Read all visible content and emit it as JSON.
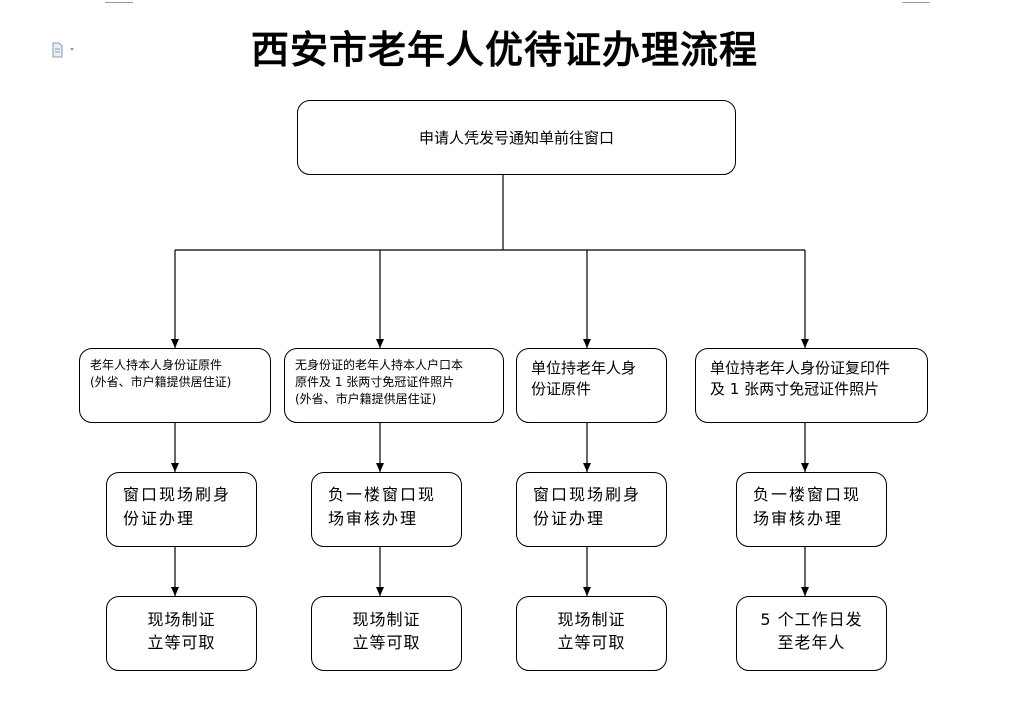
{
  "title": "西安市老年人优待证办理流程",
  "start": "申请人凭发号通知单前往窗口",
  "branches": [
    {
      "condition": "老年人持本人身份证原件\n(外省、市户籍提供居住证)",
      "process": "窗口现场刷身\n份证办理",
      "result": "现场制证\n立等可取"
    },
    {
      "condition": "无身份证的老年人持本人户口本\n原件及 1 张两寸免冠证件照片\n(外省、市户籍提供居住证)",
      "process": "负一楼窗口现\n场审核办理",
      "result": "现场制证\n立等可取"
    },
    {
      "condition": "单位持老年人身\n份证原件",
      "process": "窗口现场刷身\n份证办理",
      "result": "现场制证\n立等可取"
    },
    {
      "condition": "单位持老年人身份证复印件\n及 1 张两寸免冠证件照片",
      "process": "负一楼窗口现\n场审核办理",
      "result": "5 个工作日发\n至老年人"
    }
  ]
}
